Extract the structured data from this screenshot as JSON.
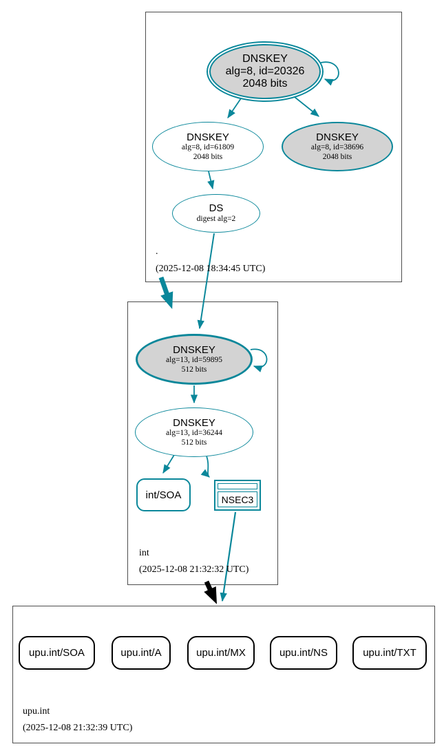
{
  "diagram": {
    "type": "dnssec-authentication-chain",
    "colors": {
      "secure_teal": "#0a879a",
      "key_fill": "#d3d3d3",
      "node_fill": "#ffffff",
      "insecure_black": "#000000"
    }
  },
  "zones": [
    {
      "name": ".",
      "timestamp": "(2025-12-08 18:34:45 UTC)",
      "nodes": {
        "ksk": {
          "title": "DNSKEY",
          "detail1": "alg=8, id=20326",
          "detail2": "2048 bits"
        },
        "zsk": {
          "title": "DNSKEY",
          "detail1": "alg=8, id=61809",
          "detail2": "2048 bits"
        },
        "key2": {
          "title": "DNSKEY",
          "detail1": "alg=8, id=38696",
          "detail2": "2048 bits"
        },
        "ds": {
          "title": "DS",
          "detail1": "digest alg=2"
        }
      }
    },
    {
      "name": "int",
      "timestamp": "(2025-12-08 21:32:32 UTC)",
      "nodes": {
        "ksk": {
          "title": "DNSKEY",
          "detail1": "alg=13, id=59895",
          "detail2": "512 bits"
        },
        "zsk": {
          "title": "DNSKEY",
          "detail1": "alg=13, id=36244",
          "detail2": "512 bits"
        },
        "soa": {
          "label": "int/SOA"
        },
        "nsec3": {
          "label": "NSEC3"
        }
      }
    },
    {
      "name": "upu.int",
      "timestamp": "(2025-12-08 21:32:39 UTC)",
      "rrsets": [
        {
          "label": "upu.int/SOA"
        },
        {
          "label": "upu.int/A"
        },
        {
          "label": "upu.int/MX"
        },
        {
          "label": "upu.int/NS"
        },
        {
          "label": "upu.int/TXT"
        }
      ]
    }
  ]
}
